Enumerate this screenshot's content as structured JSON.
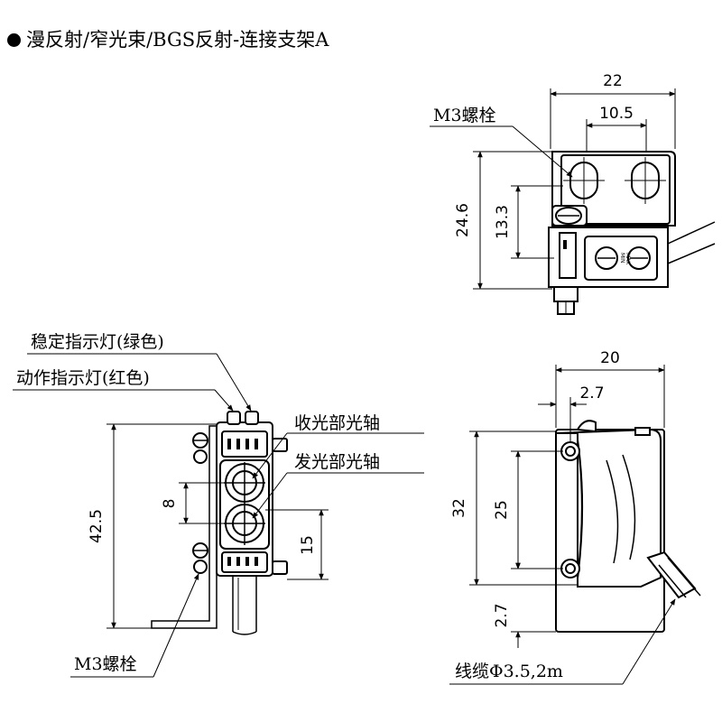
{
  "title": "漫反射/窄光束/BGS反射-连接支架A",
  "labels": {
    "m3_bolt_top": "M3螺栓",
    "stable_led": "稳定指示灯(绿色)",
    "action_led": "动作指示灯(红色)",
    "receiver_axis": "收光部光轴",
    "emitter_axis": "发光部光轴",
    "m3_bolt_bottom": "M3螺栓",
    "cable": "线缆Φ3.5,2m",
    "min": "MIN",
    "max": "MAX"
  },
  "dims": {
    "top_width": "22",
    "top_hole_spacing": "10.5",
    "top_height": "24.6",
    "top_hole_height": "13.3",
    "front_height": "42.5",
    "front_lens_gap": "8",
    "front_lens_height": "15",
    "side_width": "20",
    "side_offset": "2.7",
    "side_height": "32",
    "side_hole_spacing": "25",
    "side_bottom": "2.7"
  }
}
